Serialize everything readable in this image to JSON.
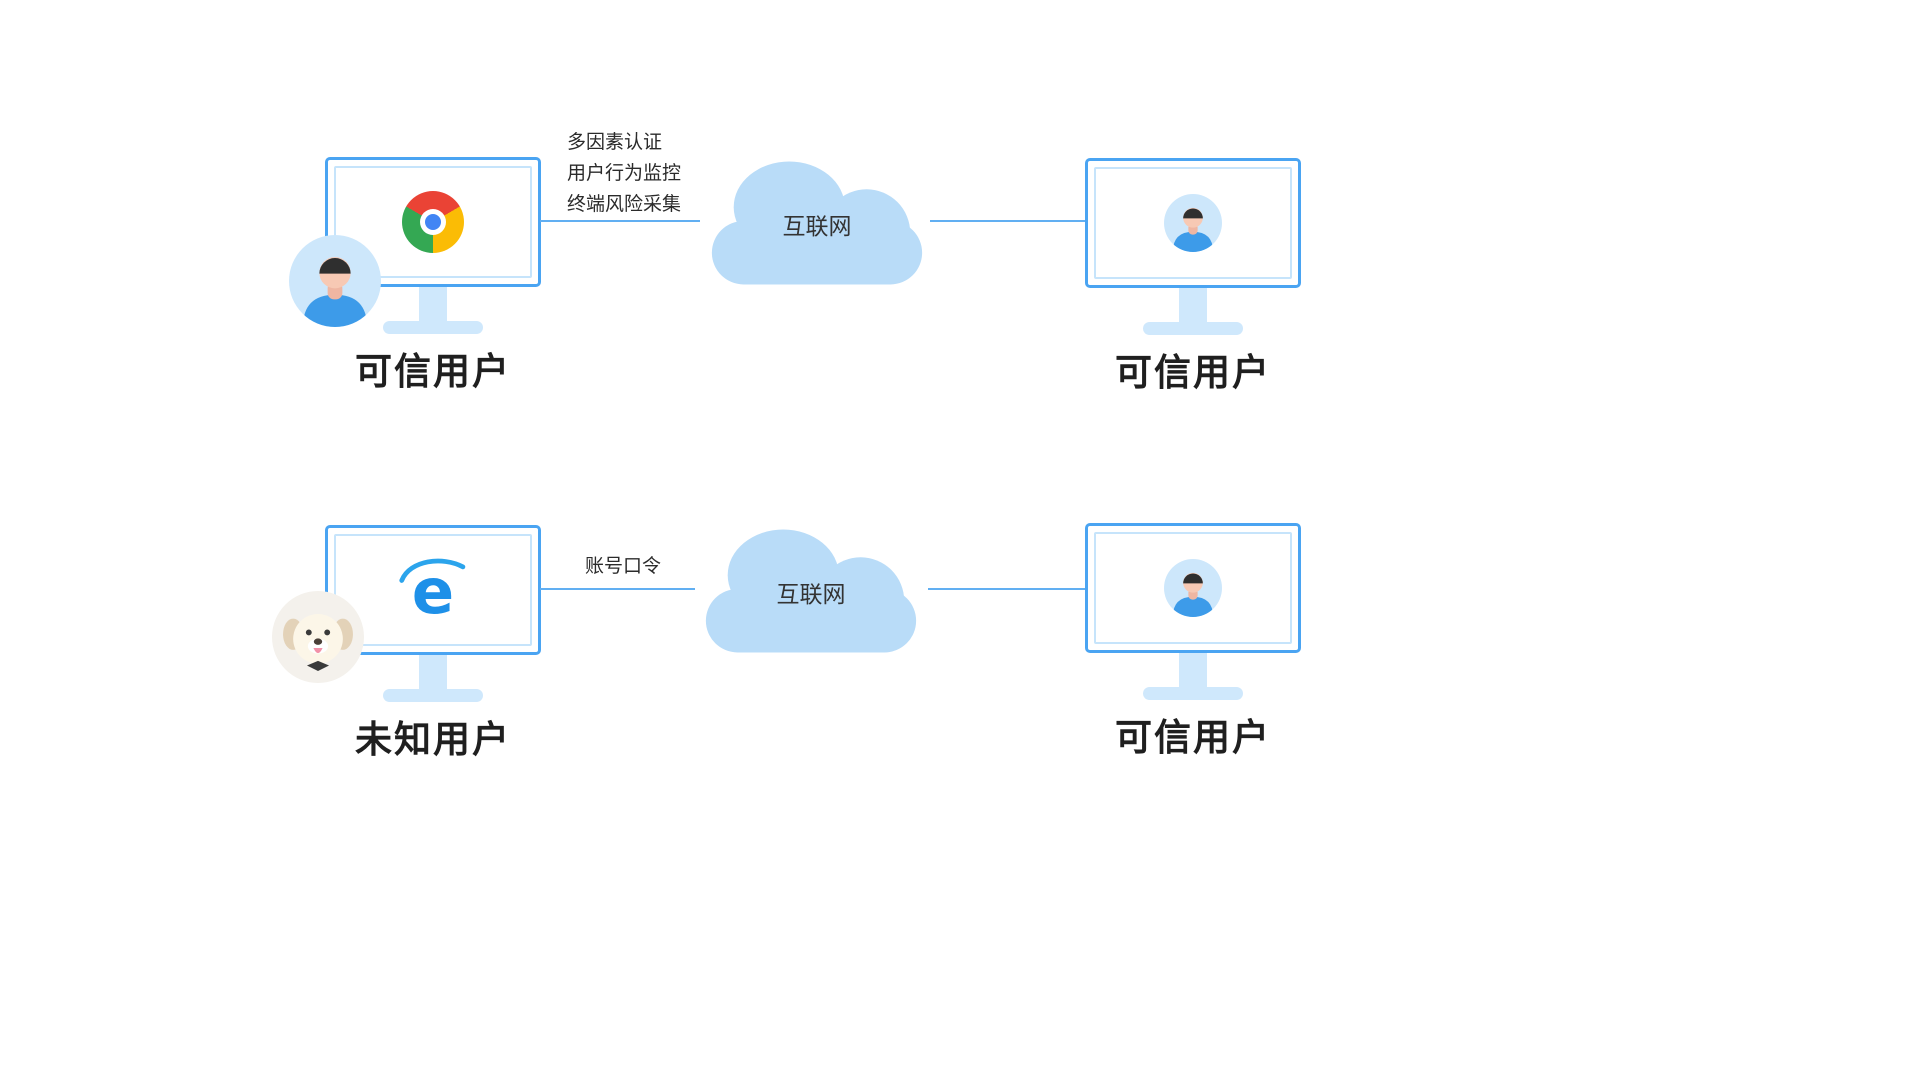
{
  "diagram": {
    "top": {
      "left_device": {
        "label": "可信用户",
        "browser_icon": "chrome"
      },
      "connection_annotations": [
        "多因素认证",
        "用户行为监控",
        "终端风险采集"
      ],
      "cloud_label": "互联网",
      "right_device": {
        "label": "可信用户",
        "screen_icon": "person-avatar"
      }
    },
    "bottom": {
      "left_device": {
        "label": "未知用户",
        "browser_icon": "internet-explorer"
      },
      "connection_annotations": [
        "账号口令"
      ],
      "cloud_label": "互联网",
      "right_device": {
        "label": "可信用户",
        "screen_icon": "person-avatar"
      }
    },
    "icons": {
      "top_left_corner": "person-avatar",
      "bottom_left_corner": "dog-avatar"
    },
    "colors": {
      "monitor_border": "#4aa4f2",
      "monitor_inner_border": "#c6e4fb",
      "stand_fill": "#cfe8fc",
      "cloud_fill": "#b9dcf8",
      "connection_line": "#61aff2",
      "label_text": "#1f1f1f",
      "annotation_text": "#2b2b2b",
      "avatar_bg": "#cde7fb",
      "shirt_blue": "#3d9be9",
      "ie_blue": "#1e90e8",
      "chrome_red": "#ea4335",
      "chrome_yellow": "#fbbc05",
      "chrome_green": "#34a853",
      "chrome_blue": "#4285f4"
    }
  }
}
